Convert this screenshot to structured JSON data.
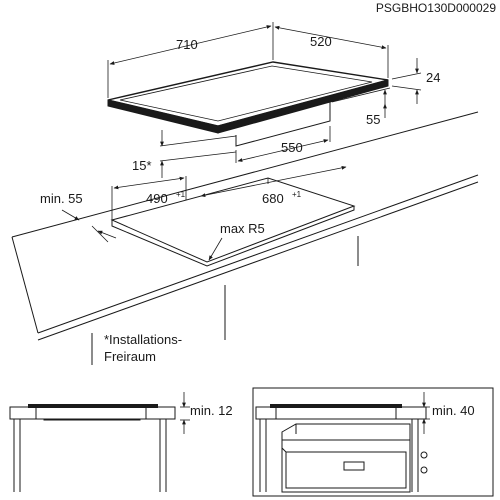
{
  "drawing_code": "PSGBHO130D000029",
  "dimensions": {
    "width": "710",
    "depth": "520",
    "thickness": "24",
    "top_offset": "55",
    "cutout_side": "550",
    "clearance": "15*",
    "min_side": "min. 55",
    "cutout_depth": "490",
    "cutout_depth_tol": "+1",
    "cutout_width": "680",
    "cutout_width_tol": "+1",
    "radius": "max R5"
  },
  "note": {
    "line1": "*Installations-",
    "line2": "Freiraum"
  },
  "details": {
    "left_min": "min. 12",
    "right_min": "min. 40"
  }
}
